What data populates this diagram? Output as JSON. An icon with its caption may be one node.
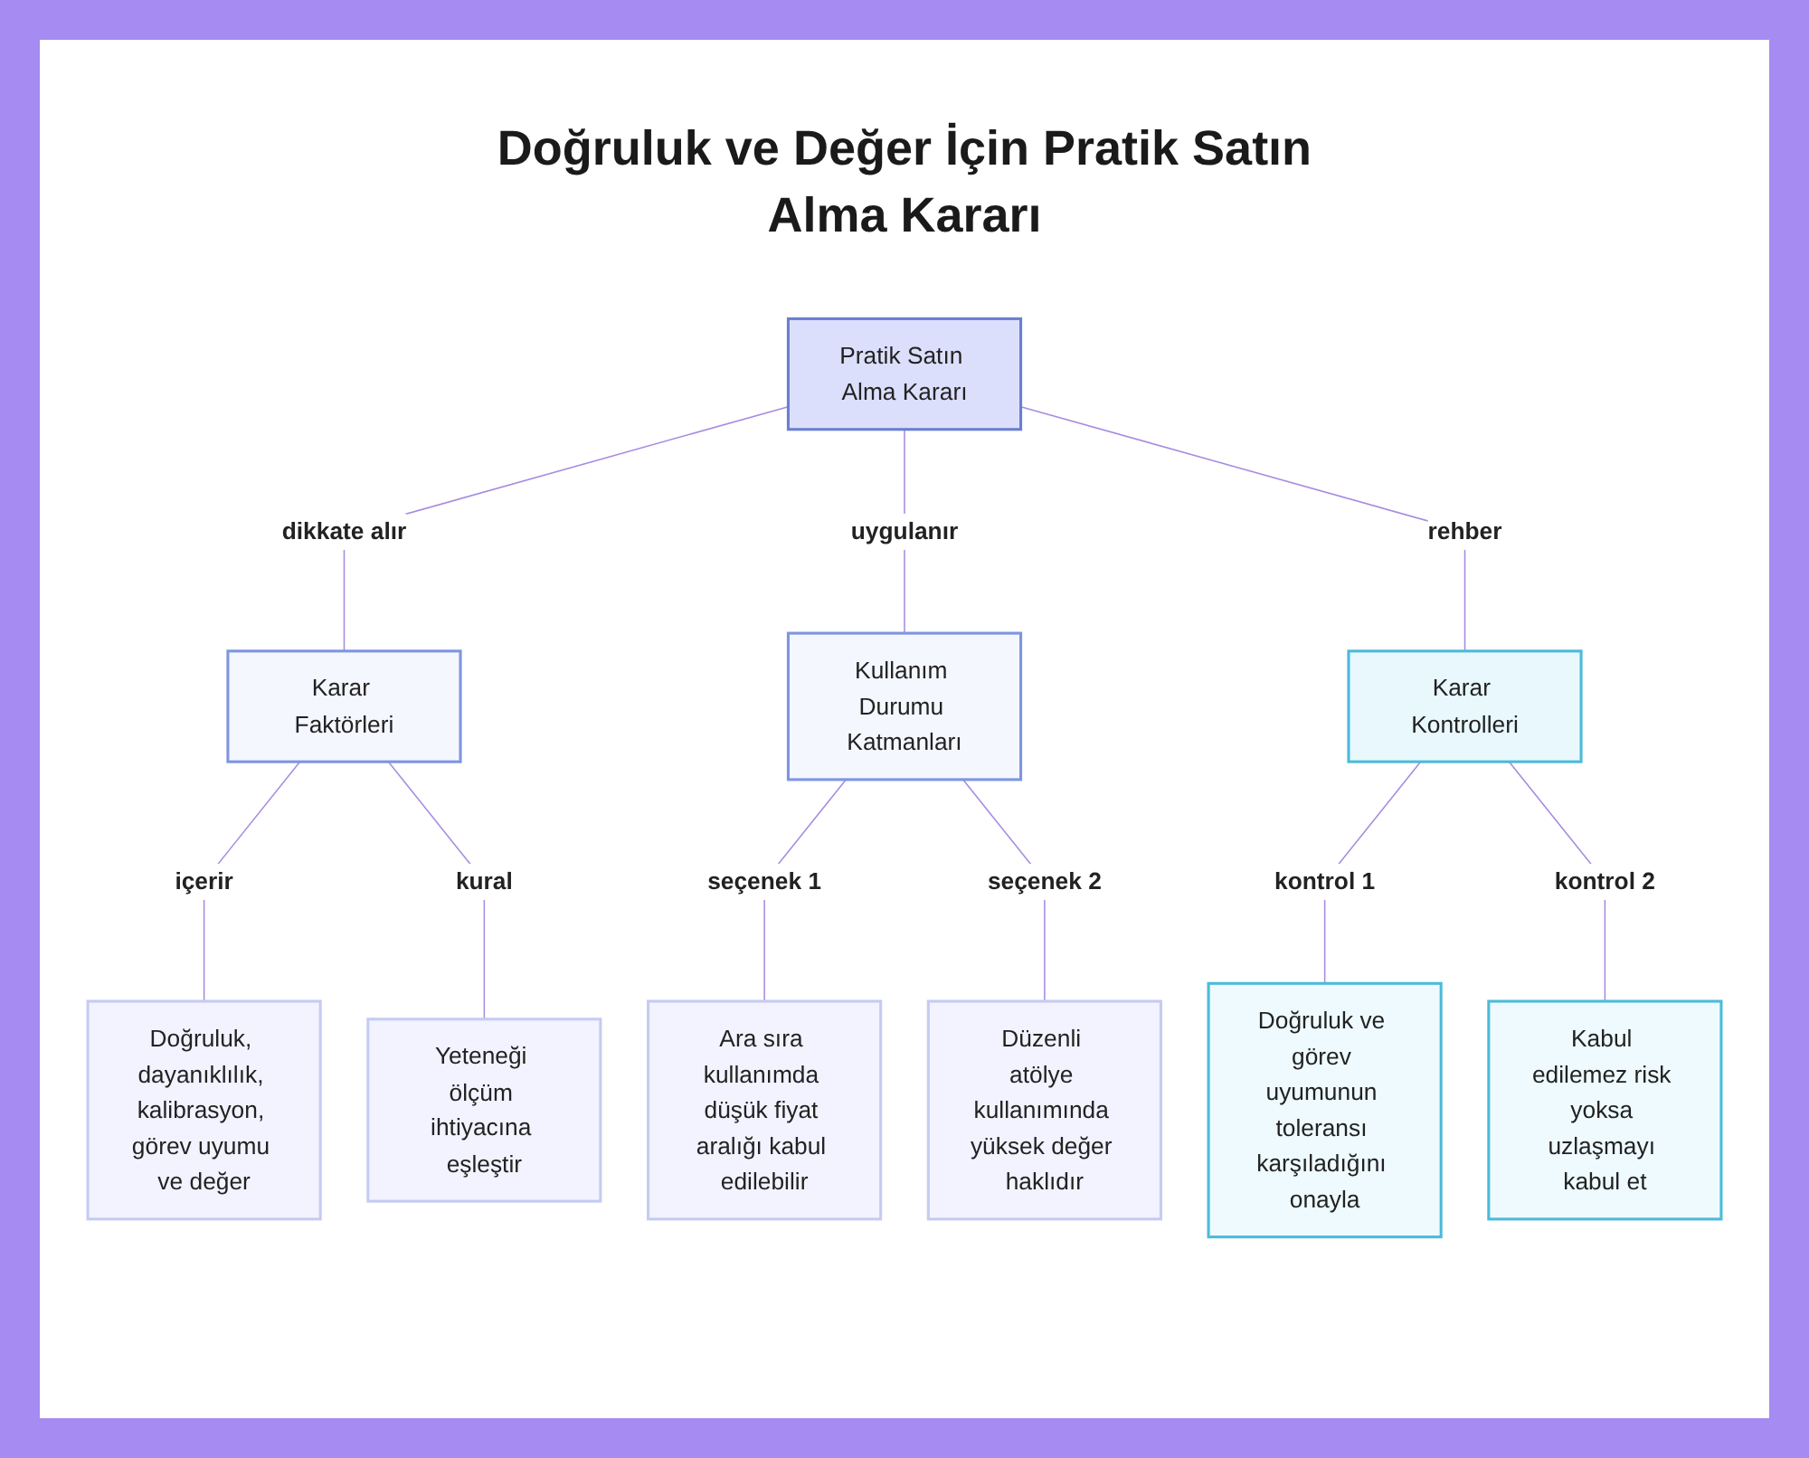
{
  "diagram": {
    "title": "Doğruluk ve Değer İçin Pratik Satın Alma Kararı",
    "nodes": [
      {
        "text": [
          "Pratik Satın Alma Kararı"
        ]
      },
      {
        "text": [
          "Karar Faktörleri"
        ]
      },
      {
        "text": [
          "Kullanım Durumu Katmanları"
        ]
      },
      {
        "text": [
          "Karar Kontrolleri"
        ]
      },
      {
        "text": [
          "Doğruluk, dayanıklılık, kalibrasyon, görev uyumu ve değer"
        ]
      },
      {
        "text": [
          "Yeteneği ölçüm ihtiyacına eşleştir"
        ]
      },
      {
        "text": [
          "Ara sıra kullanımda düşük fiyat aralığı kabul edilebilir"
        ]
      },
      {
        "text": [
          "Düzenli atölye kullanımında yüksek değer haklıdır"
        ]
      },
      {
        "text": [
          "Doğruluk ve görev uyumunun toleransı karşıladığını onayla"
        ]
      },
      {
        "text": [
          "Kabul edilemez risk yoksa uzlaşmayı kabul et"
        ]
      }
    ],
    "edges": [
      {
        "from": 0,
        "to": 1,
        "arrow": "none",
        "label": "dikkate alır"
      },
      {
        "from": 0,
        "to": 2,
        "arrow": "none",
        "label": "uygulanır"
      },
      {
        "from": 0,
        "to": 3,
        "arrow": "none",
        "label": "rehber"
      },
      {
        "from": 1,
        "to": 4,
        "arrow": "none",
        "label": "içerir"
      },
      {
        "from": 1,
        "to": 5,
        "arrow": "none",
        "label": "kural"
      },
      {
        "from": 2,
        "to": 6,
        "arrow": "none",
        "label": "seçenek 1"
      },
      {
        "from": 2,
        "to": 7,
        "arrow": "none",
        "label": "seçenek 2"
      },
      {
        "from": 3,
        "to": 8,
        "arrow": "none",
        "label": "kontrol 1"
      },
      {
        "from": 3,
        "to": 9,
        "arrow": "none",
        "label": "kontrol 2"
      }
    ]
  }
}
